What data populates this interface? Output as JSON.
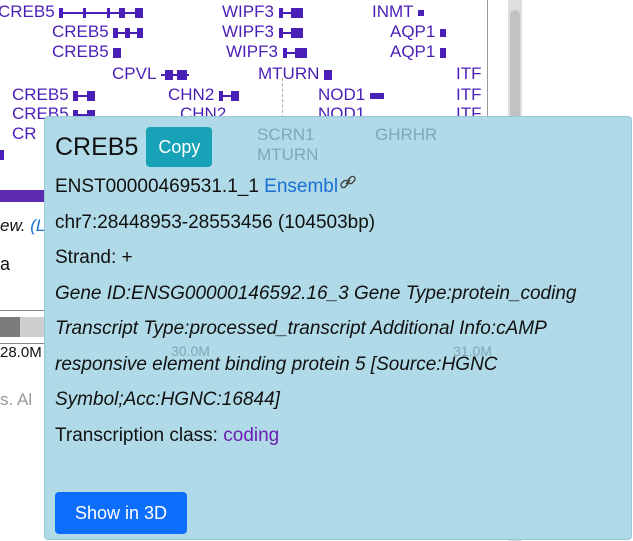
{
  "track": {
    "genes": [
      {
        "name": "CREB5",
        "row": 0
      },
      {
        "name": "CREB5",
        "row": 1
      },
      {
        "name": "CREB5",
        "row": 2
      },
      {
        "name": "CPVL",
        "row": 3
      },
      {
        "name": "CREB5",
        "row": 4
      },
      {
        "name": "CREB5",
        "row": 5
      },
      {
        "name": "CR",
        "row": 6
      },
      {
        "name": "WIPF3",
        "row": 0
      },
      {
        "name": "WIPF3",
        "row": 1
      },
      {
        "name": "WIPF3",
        "row": 2
      },
      {
        "name": "MTURN",
        "row": 3
      },
      {
        "name": "CHN2",
        "row": 4
      },
      {
        "name": "CHN2",
        "row": 5
      },
      {
        "name": "INMT",
        "row": 0
      },
      {
        "name": "AQP1",
        "row": 1
      },
      {
        "name": "AQP1",
        "row": 2
      },
      {
        "name": "NOD1",
        "row": 4
      },
      {
        "name": "NOD1",
        "row": 5
      },
      {
        "name": "ITF",
        "row": 3
      },
      {
        "name": "ITF",
        "row": 4
      },
      {
        "name": "ITF",
        "row": 5
      }
    ],
    "left_italic_text": "ew.",
    "left_italic_link": "(L",
    "left_letter": "a",
    "left_tick_label": "28.0M",
    "left_grey_text": "s. Al"
  },
  "ghost": {
    "scrn1": "SCRN1",
    "ghrhr": "GHRHR",
    "mturn": "MTURN",
    "pos1": "30.0M",
    "pos2": "31.0M"
  },
  "popup": {
    "gene_name": "CREB5",
    "copy_label": "Copy",
    "transcript_id": "ENST00000469531.1_1",
    "ensembl_link": "Ensembl",
    "location": "chr7:28448953-28553456 (104503bp)",
    "strand": "Strand: +",
    "description": "Gene ID:ENSG00000146592.16_3 Gene Type:protein_coding Transcript Type:processed_transcript Additional Info:cAMP responsive element binding protein 5 [Source:HGNC Symbol;Acc:HGNC:16844]",
    "transcription_class_label": "Transcription class:",
    "transcription_class_value": "coding",
    "show3d_label": "Show in 3D"
  },
  "colors": {
    "gene": "#4a1fb8",
    "popup_bg": "#add8e6",
    "copy_btn": "#17a2b8",
    "show3d_btn": "#0d6efd",
    "link": "#1a6fd6"
  }
}
